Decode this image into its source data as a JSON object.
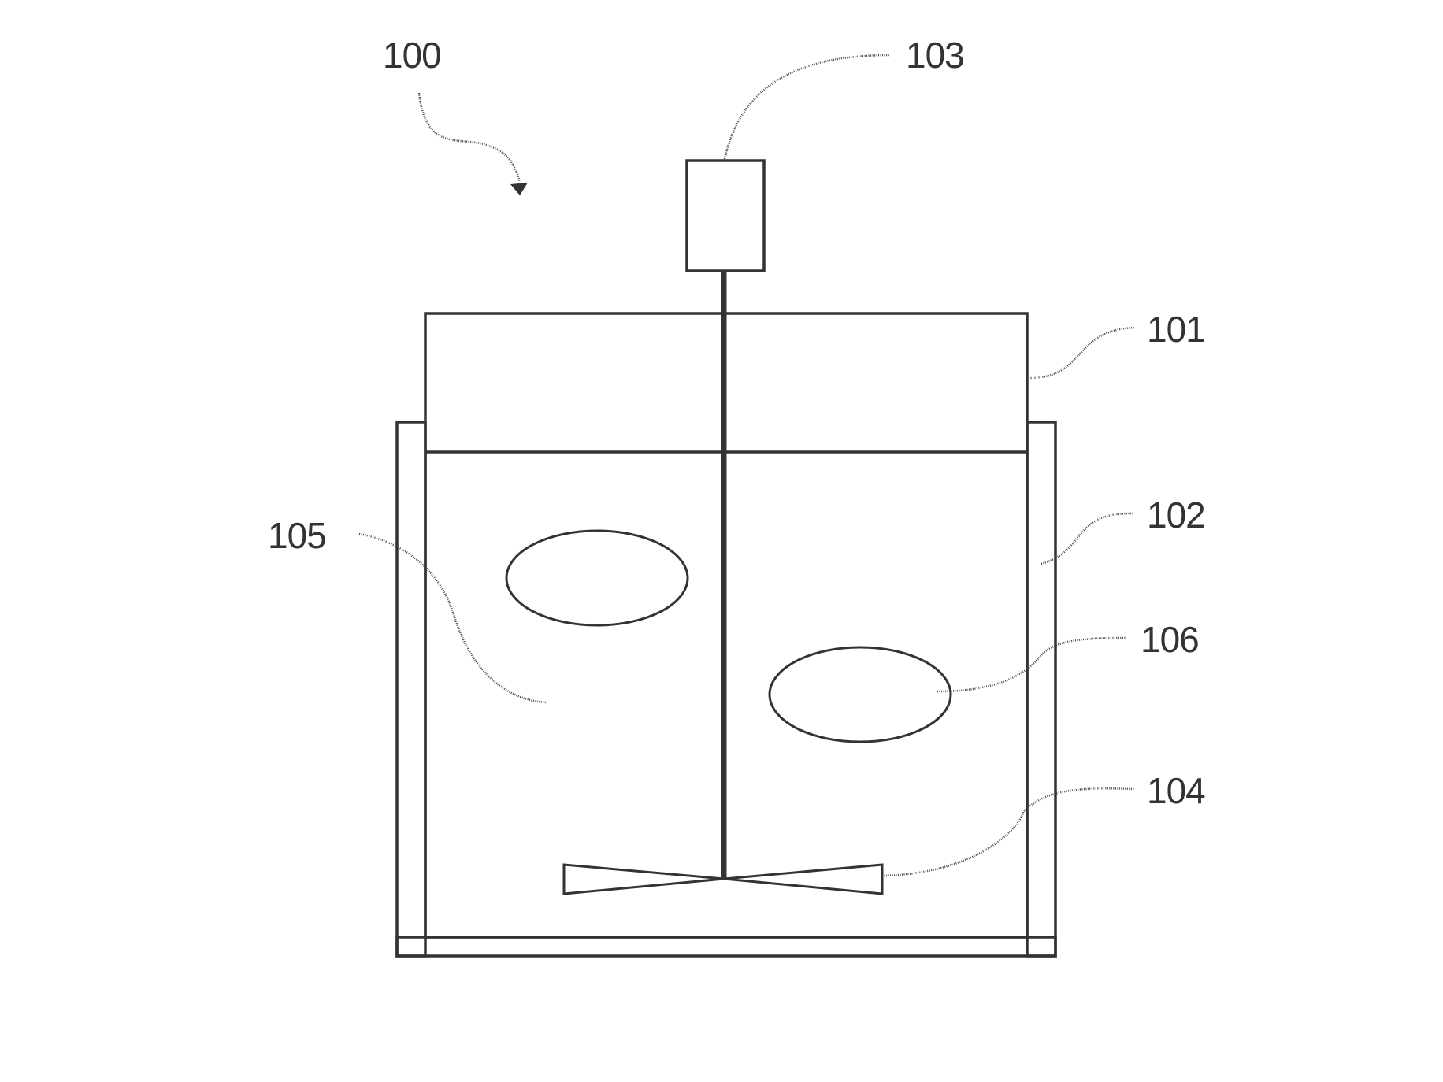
{
  "diagram": {
    "labels": {
      "assembly": "100",
      "vessel": "101",
      "jacket": "102",
      "motor": "103",
      "impeller": "104",
      "medium": "105",
      "particle": "106"
    },
    "colors": {
      "stroke": "#333333",
      "background": "#ffffff"
    }
  }
}
